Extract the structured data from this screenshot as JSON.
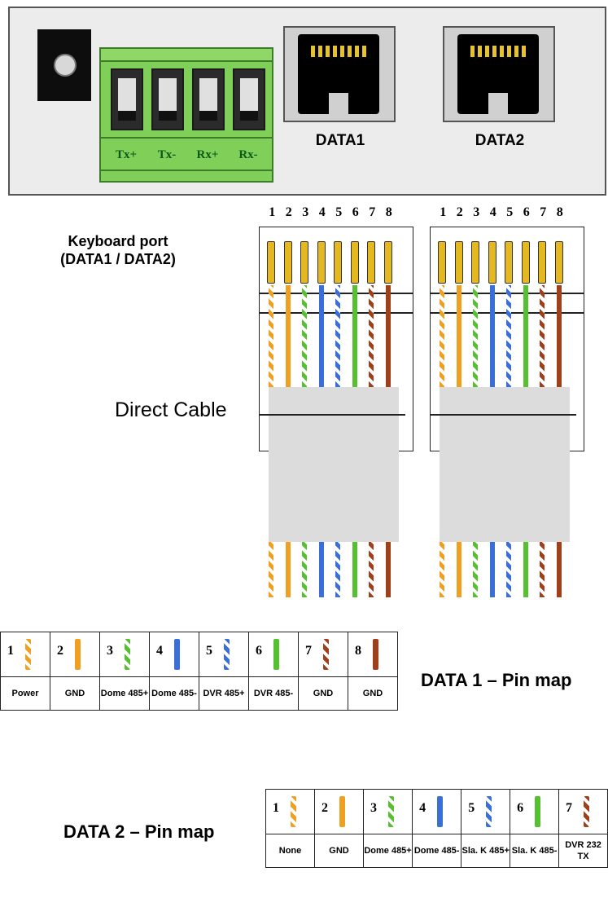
{
  "panel": {
    "terminal_labels": [
      "Tx+",
      "Tx-",
      "Rx+",
      "Rx-"
    ],
    "port1_label": "DATA1",
    "port2_label": "DATA2"
  },
  "cable": {
    "port_title_line1": "Keyboard port",
    "port_title_line2": "(DATA1 / DATA2)",
    "cable_label": "Direct Cable",
    "pin_numbers": [
      "1",
      "2",
      "3",
      "4",
      "5",
      "6",
      "7",
      "8"
    ]
  },
  "colors": {
    "orange": "#f0a020",
    "green": "#55c030",
    "blue": "#3a6fd8",
    "brown": "#a0401a",
    "white_stripe": "#ffffff",
    "terminal_green": "#7fcf58"
  },
  "wire_order": [
    {
      "color": "orange",
      "striped": true
    },
    {
      "color": "orange",
      "striped": false
    },
    {
      "color": "green",
      "striped": true
    },
    {
      "color": "blue",
      "striped": false
    },
    {
      "color": "blue",
      "striped": true
    },
    {
      "color": "green",
      "striped": false
    },
    {
      "color": "brown",
      "striped": true
    },
    {
      "color": "brown",
      "striped": false
    }
  ],
  "data1_map": {
    "title": "DATA 1 – Pin map",
    "pins": [
      {
        "num": "1",
        "name": "Power"
      },
      {
        "num": "2",
        "name": "GND"
      },
      {
        "num": "3",
        "name": "Dome 485+"
      },
      {
        "num": "4",
        "name": "Dome 485-"
      },
      {
        "num": "5",
        "name": "DVR 485+"
      },
      {
        "num": "6",
        "name": "DVR 485-"
      },
      {
        "num": "7",
        "name": "GND"
      },
      {
        "num": "8",
        "name": "GND"
      }
    ]
  },
  "data2_map": {
    "title": "DATA 2 – Pin map",
    "pins": [
      {
        "num": "1",
        "name": "None"
      },
      {
        "num": "2",
        "name": "GND"
      },
      {
        "num": "3",
        "name": "Dome 485+"
      },
      {
        "num": "4",
        "name": "Dome 485-"
      },
      {
        "num": "5",
        "name": "Sla. K 485+"
      },
      {
        "num": "6",
        "name": "Sla. K 485-"
      },
      {
        "num": "7",
        "name": "DVR 232 TX"
      }
    ]
  }
}
